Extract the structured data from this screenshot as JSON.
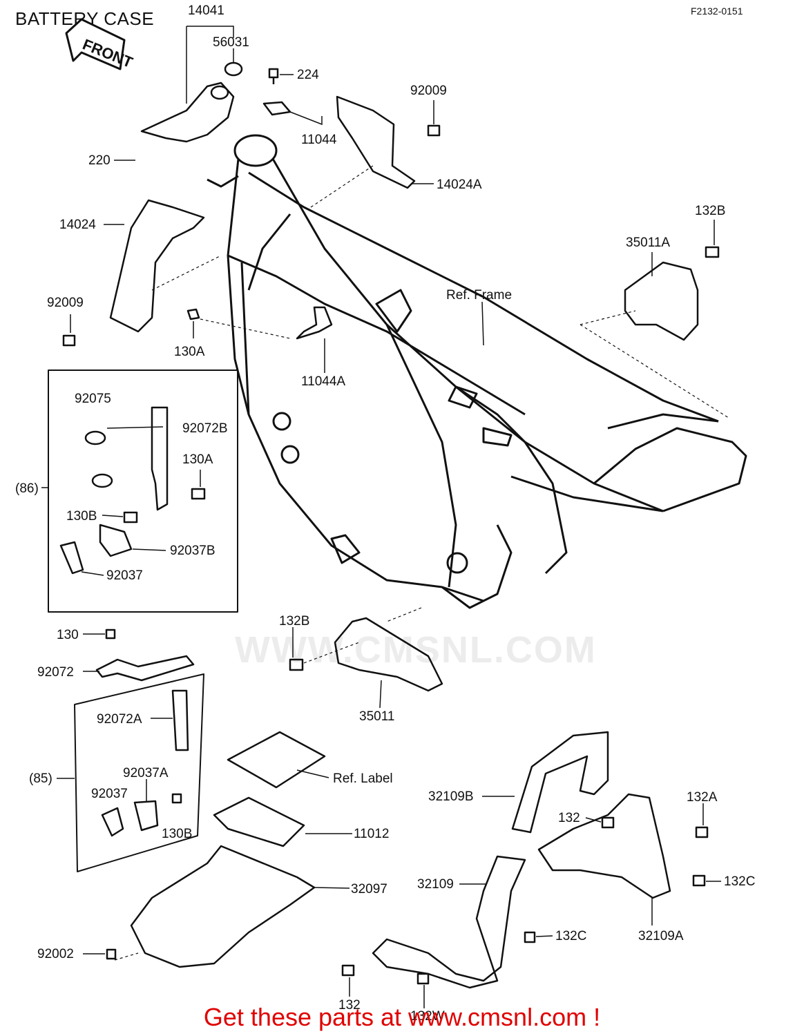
{
  "title": "BATTERY CASE",
  "diagram_code": "F2132-0151",
  "front_arrow": "FRONT",
  "watermark": "WWW.CMSNL.COM",
  "promo": "Get these parts at www.cmsnl.com !",
  "labels": {
    "p14041": "14041",
    "p56031": "56031",
    "p224": "224",
    "p92009_top": "92009",
    "p11044": "11044",
    "p220": "220",
    "p14024A": "14024A",
    "p14024": "14024",
    "p132B_top": "132B",
    "p35011A": "35011A",
    "ref_frame": "Ref. Frame",
    "p92009_left": "92009",
    "p130A_mid": "130A",
    "p11044A": "11044A",
    "p92075": "92075",
    "p92072B": "92072B",
    "p130A_box": "130A",
    "group86": "(86)",
    "p130B_box": "130B",
    "p92037B": "92037B",
    "p92037_box86": "92037",
    "p132B_bottom": "132B",
    "p130": "130",
    "p92072": "92072",
    "p35011": "35011",
    "p92072A": "92072A",
    "group85": "(85)",
    "p92037A": "92037A",
    "ref_label": "Ref. Label",
    "p92037_box85": "92037",
    "p130B_box85": "130B",
    "p32109B": "32109B",
    "p132A": "132A",
    "p132": "132",
    "p11012": "11012",
    "p32097": "32097",
    "p32109": "32109",
    "p132C_right": "132C",
    "p132C_mid": "132C",
    "p32109A": "32109A",
    "p92002": "92002",
    "p132_bottom": "132",
    "p132W": "132W"
  }
}
